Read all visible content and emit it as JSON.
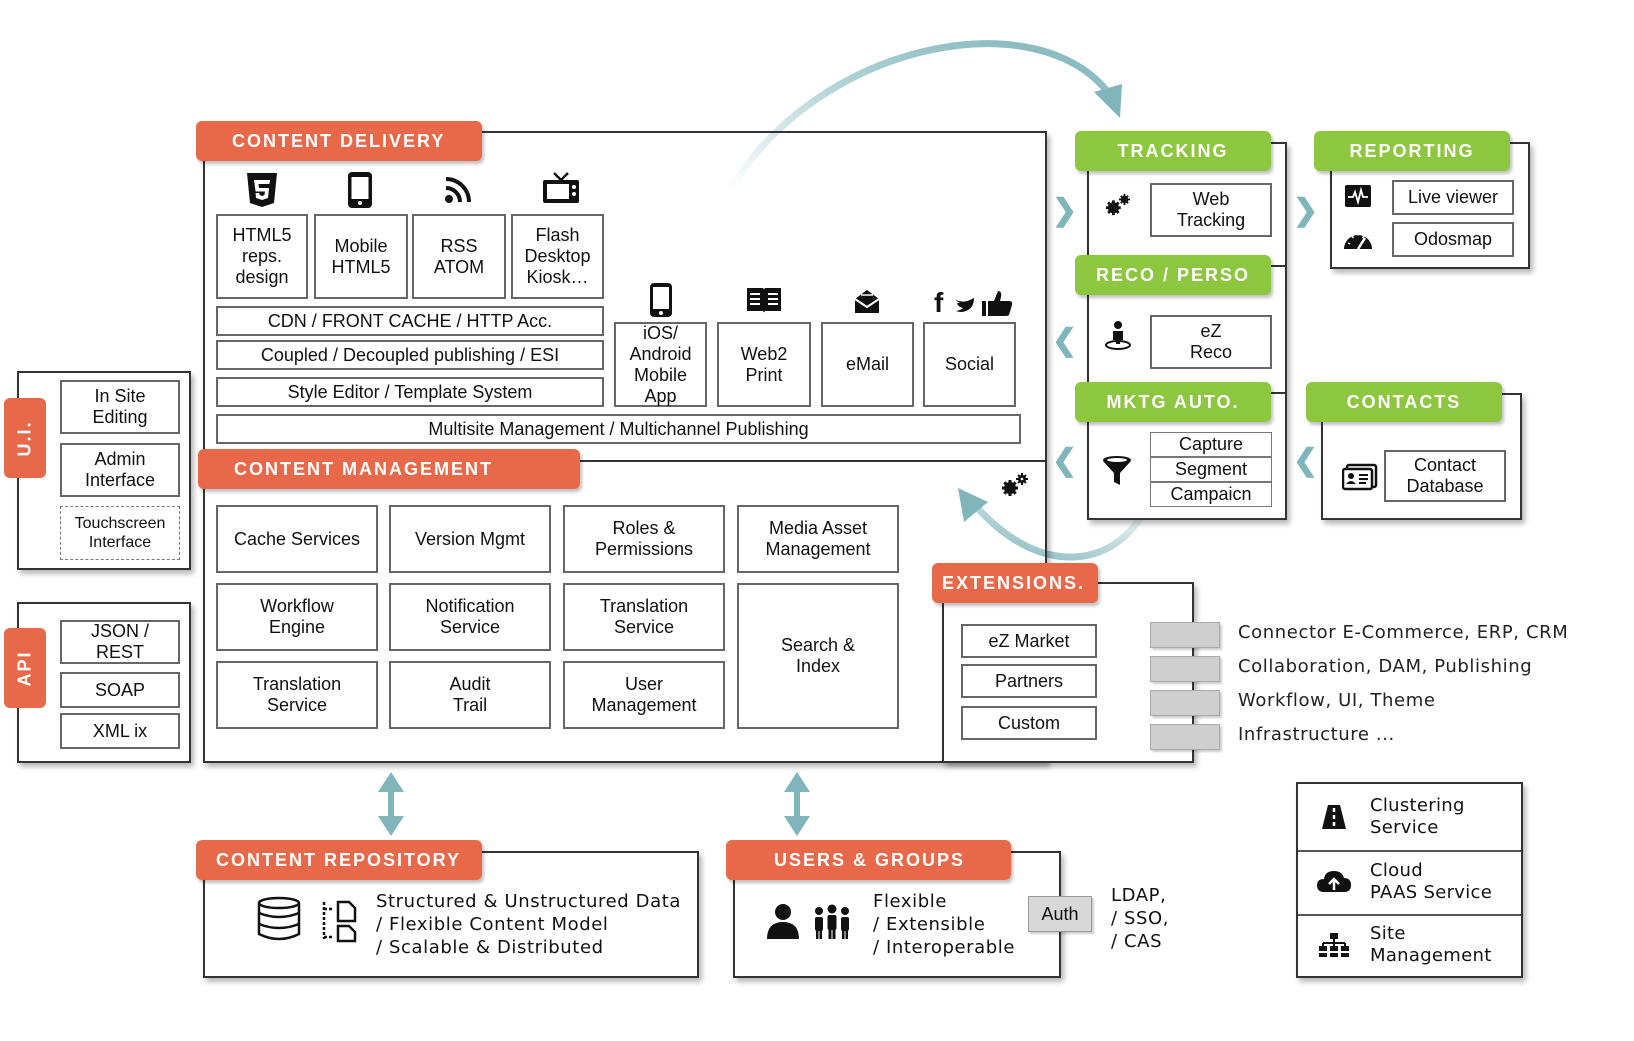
{
  "content_delivery": {
    "title": "CONTENT DELIVERY",
    "channels": [
      {
        "icon": "html5-icon",
        "label": "HTML5\nreps.\ndesign"
      },
      {
        "icon": "mobile-phone-icon",
        "label": "Mobile\nHTML5"
      },
      {
        "icon": "rss-icon",
        "label": "RSS\nATOM"
      },
      {
        "icon": "tv-icon",
        "label": "Flash\nDesktop\nKiosk…"
      }
    ],
    "layers": [
      "CDN / FRONT CACHE / HTTP Acc.",
      "Coupled / Decoupled publishing / ESI",
      "Style Editor / Template System"
    ],
    "outputs": [
      {
        "icon": "smartphone-icon",
        "label": "iOS/\nAndroid\nMobile\nApp"
      },
      {
        "icon": "book-icon",
        "label": "Web2\nPrint"
      },
      {
        "icon": "mail-icon",
        "label": "eMail"
      },
      {
        "icon": "social-icons",
        "label": "Social"
      }
    ],
    "multisite": "Multisite Management / Multichannel Publishing"
  },
  "content_management": {
    "title": "CONTENT MANAGEMENT",
    "cells": [
      "Cache Services",
      "Version Mgmt",
      "Roles &\nPermissions",
      "Media Asset\nManagement",
      "Workflow\nEngine",
      "Notification\nService",
      "Translation\nService",
      "Search &\nIndex",
      "Translation\nService",
      "Audit\nTrail",
      "User\nManagement"
    ]
  },
  "ui": {
    "title": "U.I.",
    "items": [
      "In Site\nEditing",
      "Admin\nInterface",
      "Touchscreen\nInterface"
    ]
  },
  "api": {
    "title": "API",
    "items": [
      "JSON /\nREST",
      "SOAP",
      "XML ix"
    ]
  },
  "tracking": {
    "title": "TRACKING",
    "label": "Web\nTracking"
  },
  "reporting": {
    "title": "REPORTING",
    "items": [
      "Live viewer",
      "Odosmap"
    ]
  },
  "reco": {
    "title": "RECO /  PERSO",
    "label": "eZ\nReco"
  },
  "mktg": {
    "title": "MKTG AUTO.",
    "items": [
      "Capture",
      "Segment",
      "Campaicn"
    ]
  },
  "contacts": {
    "title": "CONTACTS",
    "label": "Contact\nDatabase"
  },
  "extensions": {
    "title": "EXTENSIONS.",
    "items": [
      "eZ Market",
      "Partners",
      "Custom"
    ],
    "connectors": [
      "Connector E-Commerce, ERP, CRM",
      "Collaboration, DAM, Publishing",
      "Workflow, UI, Theme",
      "Infrastructure ..."
    ]
  },
  "repository": {
    "title": "CONTENT REPOSITORY",
    "text": "Structured & Unstructured Data\n/ Flexible Content Model\n/ Scalable & Distributed"
  },
  "users": {
    "title": "USERS & GROUPS",
    "text": "Flexible\n/ Extensible\n/ Interoperable",
    "auth": "Auth",
    "protocols": "LDAP,\n/ SSO,\n/ CAS"
  },
  "features": [
    "Clustering\nService",
    "Cloud\nPAAS Service",
    "Site\nManagement"
  ],
  "colors": {
    "orange": "#e8694a",
    "green": "#8dc63f",
    "arrow": "#7fb5bb"
  }
}
